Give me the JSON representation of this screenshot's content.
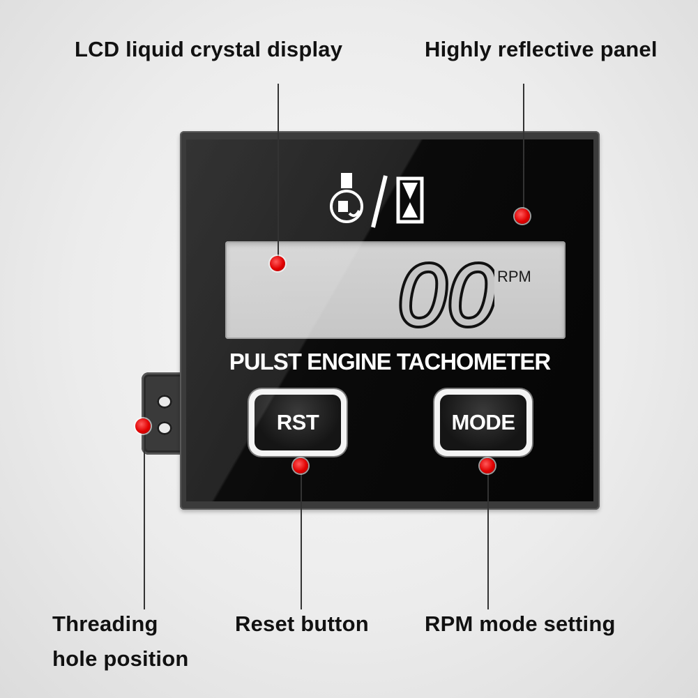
{
  "callouts": {
    "lcd": "LCD liquid crystal display",
    "panel": "Highly reflective panel",
    "threading_line1": "Threading",
    "threading_line2": "hole position",
    "reset": "Reset button",
    "rpm_mode": "RPM mode setting"
  },
  "device": {
    "display_value": "00",
    "display_unit": "RPM",
    "product_name": "PULST ENGINE TACHOMETER",
    "reset_label": "RST",
    "mode_label": "MODE",
    "status_icons": [
      "engine-hour-icon",
      "hourglass-icon"
    ]
  },
  "colors": {
    "marker": "#e00000",
    "panel": "#0a0a0a",
    "lcd": "#cbcbcb",
    "background": "#ececec"
  }
}
